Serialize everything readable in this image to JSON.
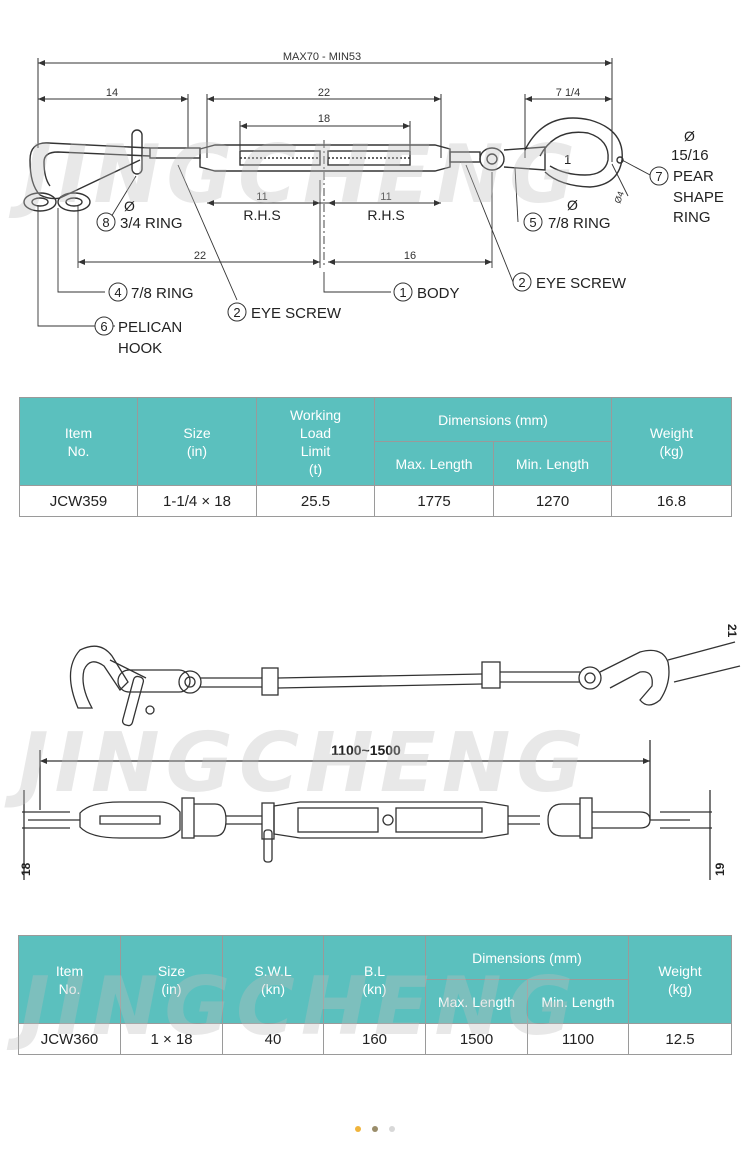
{
  "diagram1": {
    "dims": {
      "overall": "MAX70 - MIN53",
      "d14": "14",
      "d22top": "22",
      "d18": "18",
      "d7_1_4": "7 1/4",
      "d11a": "11",
      "d11b": "11",
      "rhs_a": "R.H.S",
      "rhs_b": "R.H.S",
      "d22low": "22",
      "d16": "16",
      "phi_small": "Ø4",
      "inner_1": "1"
    },
    "callouts": {
      "c8_num": "8",
      "c8_label": "3/4 RING",
      "c8_phi": "Ø",
      "c5_num": "5",
      "c5_label": "7/8 RING",
      "c5_phi": "Ø",
      "c7_num": "7",
      "c7_phi": "Ø",
      "c7_size": "15/16",
      "c7_l1": "PEAR",
      "c7_l2": "SHAPE",
      "c7_l3": "RING",
      "c4_num": "4",
      "c4_label": "7/8 RING",
      "c6_num": "6",
      "c6_l1": "PELICAN",
      "c6_l2": "HOOK",
      "c2a_num": "2",
      "c2a_label": "EYE SCREW",
      "c1_num": "1",
      "c1_label": "BODY",
      "c2b_num": "2",
      "c2b_label": "EYE SCREW"
    }
  },
  "table1": {
    "headers": {
      "item": [
        "Item",
        "No."
      ],
      "size": [
        "Size",
        "(in)"
      ],
      "wll": [
        "Working",
        "Load",
        "Limit",
        "(t)"
      ],
      "dims": "Dimensions (mm)",
      "max": "Max. Length",
      "min": "Min. Length",
      "weight": [
        "Weight",
        "(kg)"
      ]
    },
    "row": {
      "item": "JCW359",
      "size": "1-1/4 × 18",
      "wll": "25.5",
      "max": "1775",
      "min": "1270",
      "weight": "16.8"
    }
  },
  "diagram2": {
    "dims": {
      "length": "1100~1500",
      "d21": "21",
      "d18": "18",
      "d19": "19"
    }
  },
  "table2": {
    "headers": {
      "item": [
        "Item",
        "No."
      ],
      "size": [
        "Size",
        "(in)"
      ],
      "swl": [
        "S.W.L",
        "(kn)"
      ],
      "bl": [
        "B.L",
        "(kn)"
      ],
      "dims": "Dimensions (mm)",
      "max": "Max. Length",
      "min": "Min. Length",
      "weight": [
        "Weight",
        "(kg)"
      ]
    },
    "row": {
      "item": "JCW360",
      "size": "1 × 18",
      "swl": "40",
      "bl": "160",
      "max": "1500",
      "min": "1100",
      "weight": "12.5"
    }
  },
  "watermark": "JINGCHENG",
  "pagination": {
    "count": 3,
    "active": 1
  }
}
